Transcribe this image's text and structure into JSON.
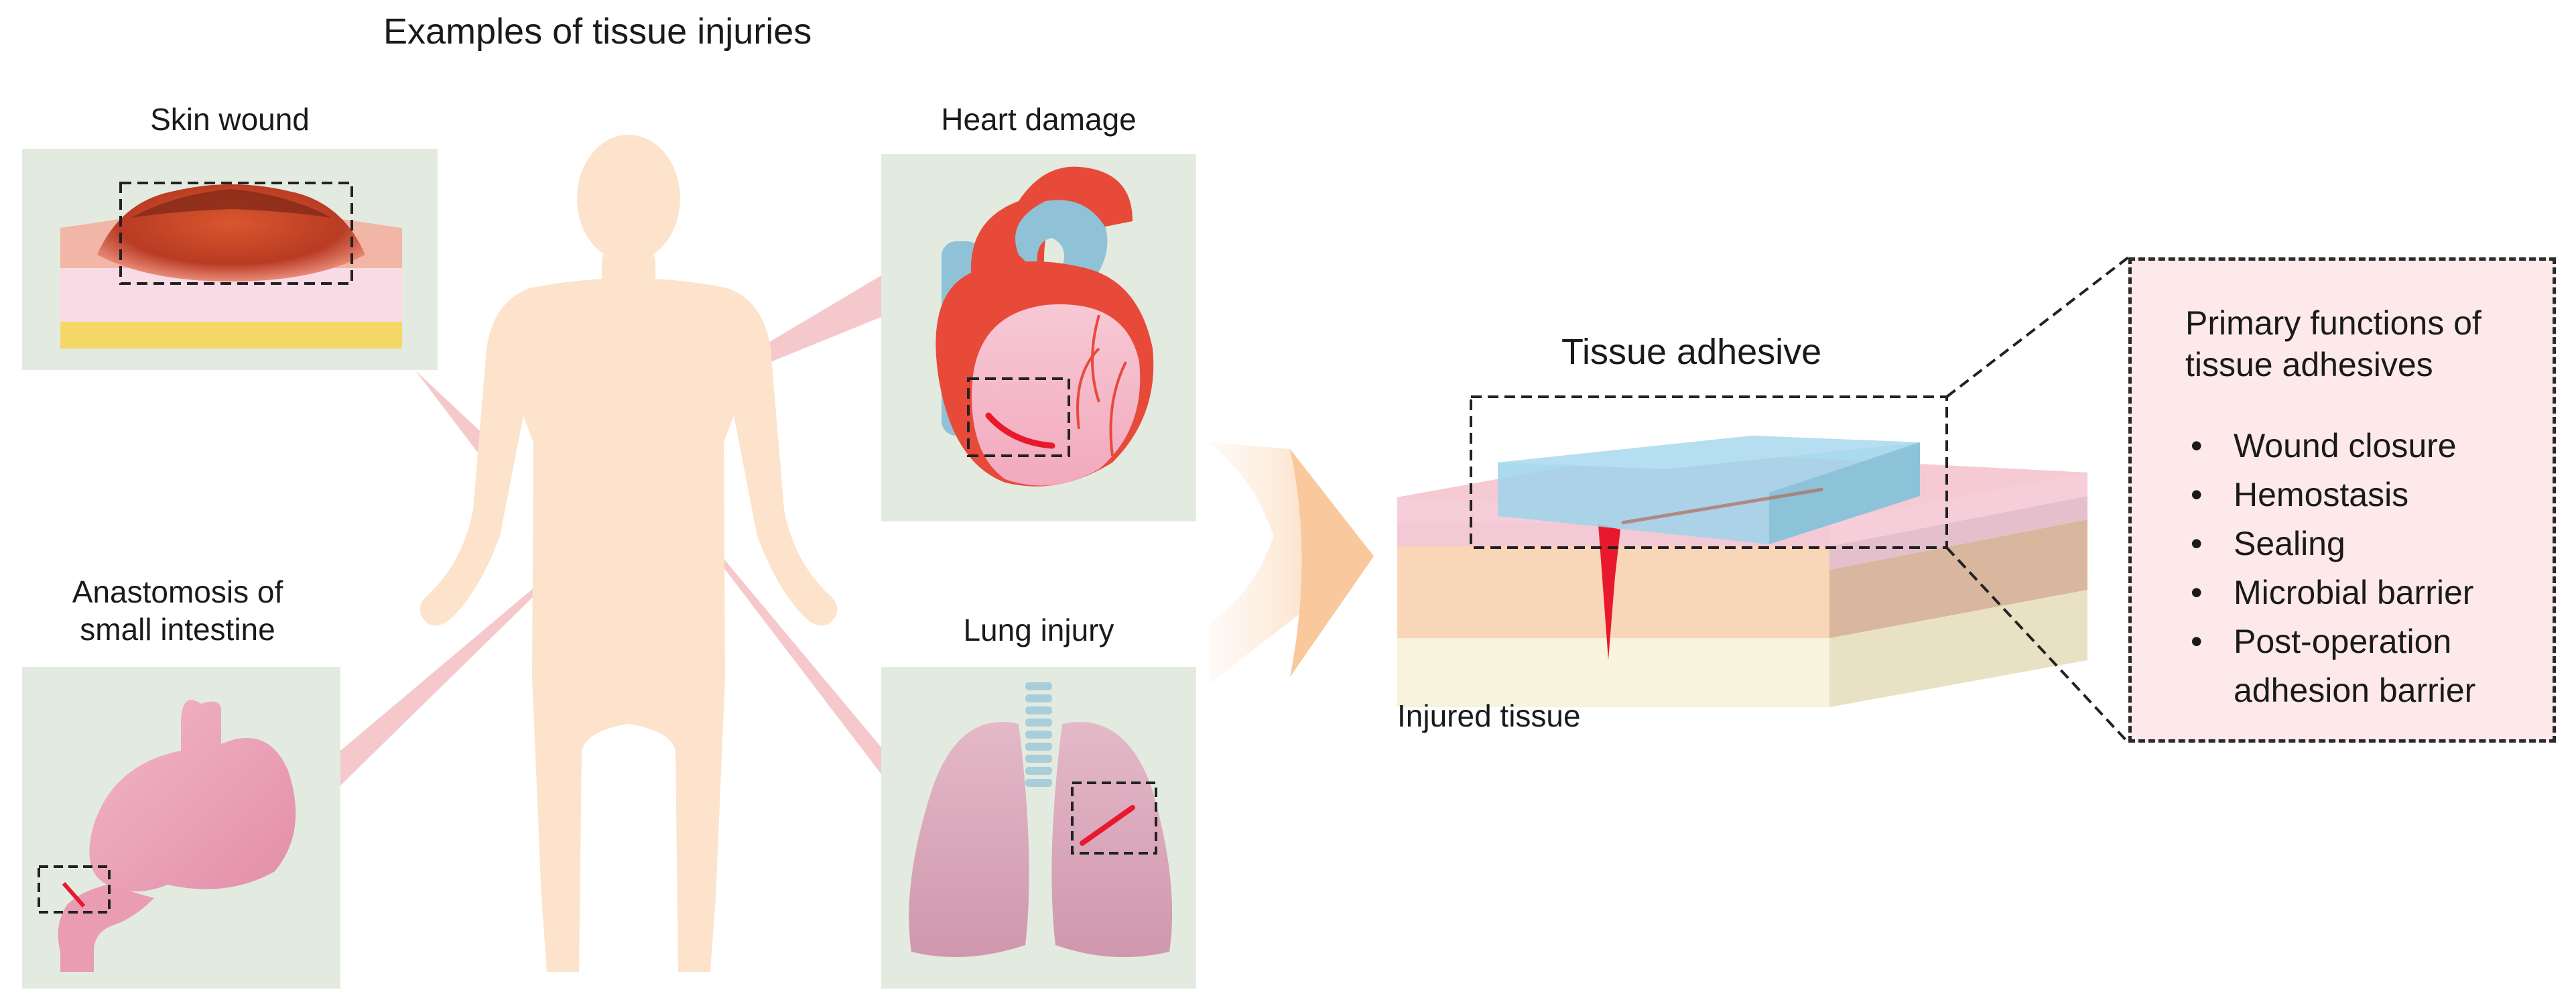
{
  "figure": {
    "title": "Examples of tissue injuries",
    "panels": [
      {
        "id": "skin",
        "label": "Skin wound"
      },
      {
        "id": "heart",
        "label": "Heart damage"
      },
      {
        "id": "intestine",
        "label_lines": [
          "Anastomosis of",
          "small intestine"
        ]
      },
      {
        "id": "lung",
        "label": "Lung injury"
      }
    ],
    "adhesive": {
      "title": "Tissue adhesive",
      "tissue_label": "Injured tissue"
    },
    "functions": {
      "title": "Primary functions of tissue adhesives",
      "items": [
        "Wound closure",
        "Hemostasis",
        "Sealing",
        "Microbial barrier",
        "Post-operation adhesion barrier"
      ]
    }
  },
  "colors": {
    "panel_bg": "#e3ebe0",
    "body_silhouette": "#fde3cc",
    "callout_cone": "#f3c0c3",
    "wound_red": "#e8192c",
    "adhesive_blue": "#9dd3ea",
    "tissue_peach": "#fad6b8",
    "tissue_pink": "#f4c9d6",
    "tissue_cream": "#f7f3dc",
    "functions_bg": "#fde9ea"
  }
}
